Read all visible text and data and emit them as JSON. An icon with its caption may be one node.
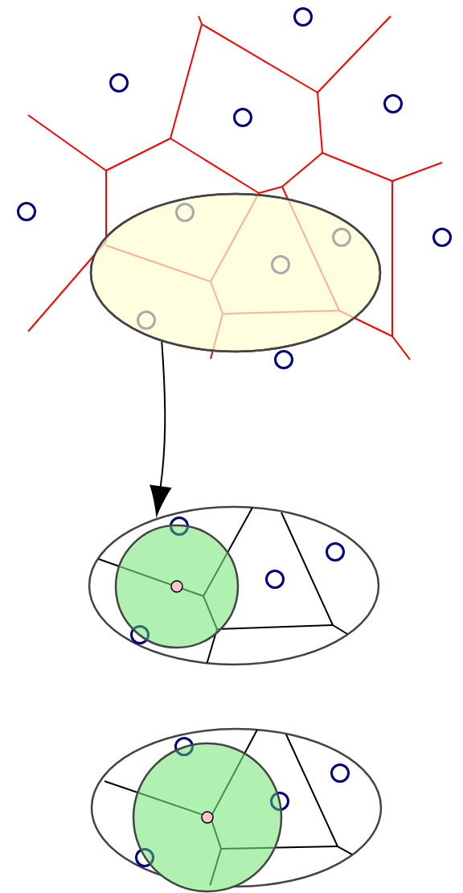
{
  "diagram": {
    "nodes": [
      {
        "text": [],
        "shape": "ellipse"
      },
      {
        "text": [],
        "shape": "ellipse"
      },
      {
        "text": [],
        "shape": "ellipse"
      }
    ],
    "edges": [
      {
        "from": 0,
        "to": 1,
        "arrow": "to"
      }
    ]
  }
}
